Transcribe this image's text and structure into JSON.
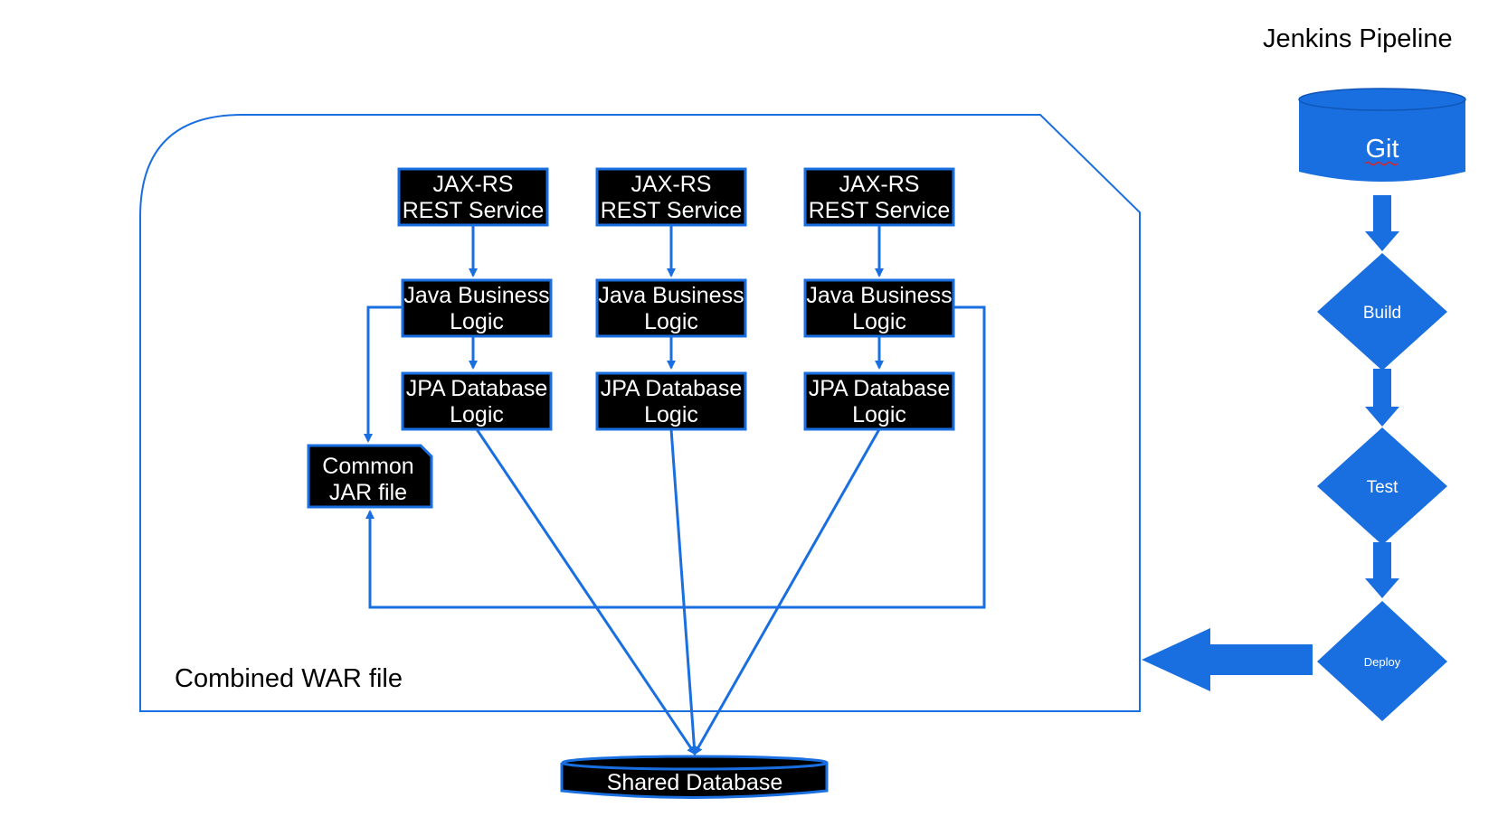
{
  "pipeline_title": "Jenkins Pipeline",
  "git_label": "Git",
  "pipeline_steps": [
    "Build",
    "Test",
    "Deploy"
  ],
  "war_label": "Combined WAR file",
  "services": [
    {
      "rest": [
        "JAX-RS",
        "REST Service"
      ],
      "business": [
        "Java Business",
        "Logic"
      ],
      "jpa": [
        "JPA Database",
        "Logic"
      ]
    },
    {
      "rest": [
        "JAX-RS",
        "REST Service"
      ],
      "business": [
        "Java Business",
        "Logic"
      ],
      "jpa": [
        "JPA Database",
        "Logic"
      ]
    },
    {
      "rest": [
        "JAX-RS",
        "REST Service"
      ],
      "business": [
        "Java Business",
        "Logic"
      ],
      "jpa": [
        "JPA Database",
        "Logic"
      ]
    }
  ],
  "common_jar": [
    "Common",
    "JAR file"
  ],
  "shared_db": "Shared Database",
  "colors": {
    "accent": "#1a6fe0",
    "box_fill": "#000000",
    "box_text": "#ffffff"
  }
}
